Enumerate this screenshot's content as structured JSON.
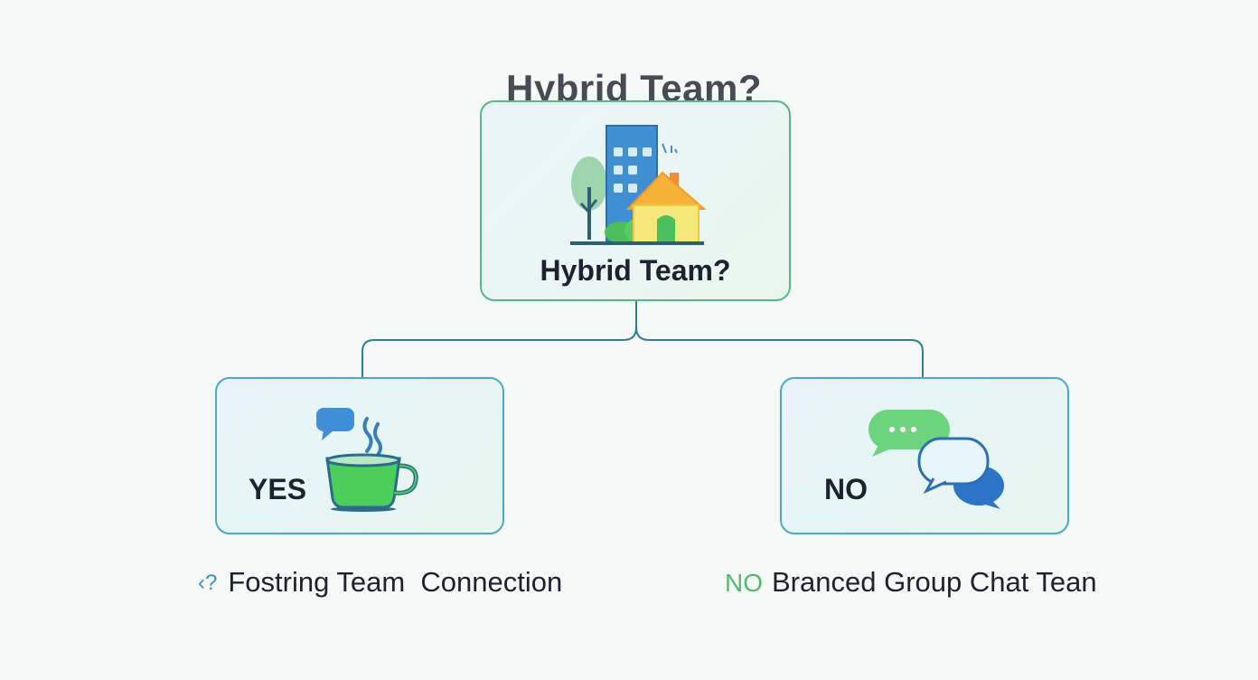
{
  "diagram": {
    "title": "Hybrid Team?",
    "root": {
      "label": "Hybrid Team?",
      "icon": "building-house-icon"
    },
    "yes_branch": {
      "label": "YES",
      "icon": "coffee-chat-icon",
      "caption_prefix": "‹?",
      "caption": "Fostring Team  Connection"
    },
    "no_branch": {
      "label": "NO",
      "icon": "chat-bubbles-icon",
      "caption_prefix": "NO",
      "caption": "Branced Group Chat Tean"
    },
    "colors": {
      "root_border": "#58b987",
      "branch_border": "#4aa9c6",
      "connector": "#2f7f95",
      "yes_prefix": "#3a93bd",
      "no_prefix": "#55b870"
    }
  }
}
